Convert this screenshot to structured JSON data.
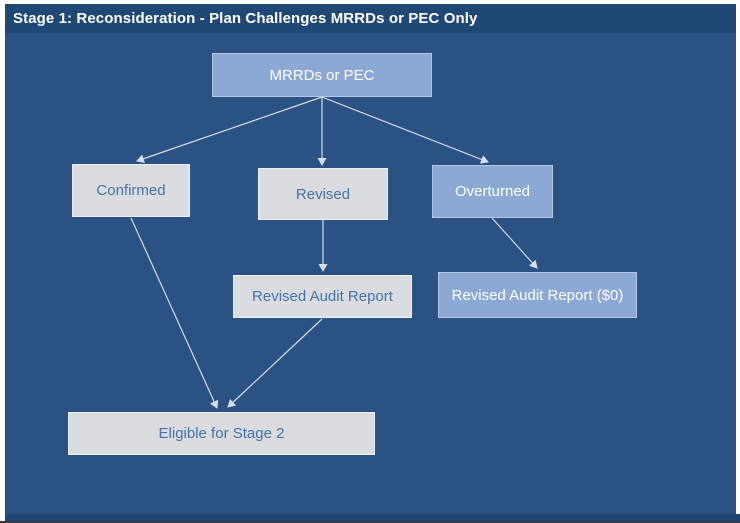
{
  "page": {
    "title": "Stage 1: Reconsideration - Plan Challenges MRRDs or PEC Only"
  },
  "colors": {
    "page_margin": "#FFFFFF",
    "canvas_bg": "#2A5285",
    "title_bar_bg": "#1F4877",
    "footer_bar_bg": "#1E4474",
    "bottom_edge": "#3A3E44",
    "node_blue_fill": "#8CA9D6",
    "node_blue_border": "#B6C7E4",
    "node_blue_text": "#FFFFFF",
    "node_gray_fill": "#DBDCE0",
    "node_gray_border": "#EFF0F3",
    "node_gray_text": "#4273A9",
    "arrow": "#D8DDE6"
  },
  "diagram": {
    "nodes": [
      {
        "id": "mrrds-or-pec",
        "label": "MRRDs or PEC",
        "style": "blue"
      },
      {
        "id": "confirmed",
        "label": "Confirmed",
        "style": "gray"
      },
      {
        "id": "revised",
        "label": "Revised",
        "style": "gray"
      },
      {
        "id": "overturned",
        "label": "Overturned",
        "style": "blue"
      },
      {
        "id": "revised-audit-report",
        "label": "Revised Audit Report",
        "style": "gray"
      },
      {
        "id": "revised-audit-report-zero",
        "label": "Revised Audit Report ($0)",
        "style": "blue"
      },
      {
        "id": "eligible-for-stage-2",
        "label": "Eligible for Stage 2",
        "style": "gray"
      }
    ],
    "edges": [
      {
        "from": "mrrds-or-pec",
        "to": "confirmed"
      },
      {
        "from": "mrrds-or-pec",
        "to": "revised"
      },
      {
        "from": "mrrds-or-pec",
        "to": "overturned"
      },
      {
        "from": "confirmed",
        "to": "eligible-for-stage-2"
      },
      {
        "from": "revised",
        "to": "revised-audit-report"
      },
      {
        "from": "revised-audit-report",
        "to": "eligible-for-stage-2"
      },
      {
        "from": "overturned",
        "to": "revised-audit-report-zero"
      }
    ]
  }
}
